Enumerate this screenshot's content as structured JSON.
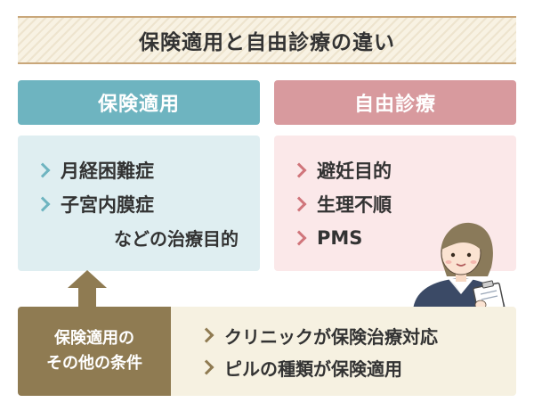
{
  "title": "保険適用と自由診療の違い",
  "insurance": {
    "header": "保険適用",
    "items": [
      "月経困難症",
      "子宮内膜症"
    ],
    "note": "などの治療目的"
  },
  "free_care": {
    "header": "自由診療",
    "items": [
      "避妊目的",
      "生理不順",
      "PMS"
    ]
  },
  "conditions": {
    "label_line1": "保険適用の",
    "label_line2": "その他の条件",
    "items": [
      "クリニックが保険治療対応",
      "ピルの種類が保険適用"
    ]
  },
  "colors": {
    "insurance_accent": "#6eb4c0",
    "free_accent": "#d89a9e",
    "condition_accent": "#8f7b52",
    "title_border": "#c9a77a"
  },
  "icons": {
    "list_marker": "chevron-right-icon",
    "connector": "up-arrow-icon",
    "illustration": "nurse-illustration"
  }
}
